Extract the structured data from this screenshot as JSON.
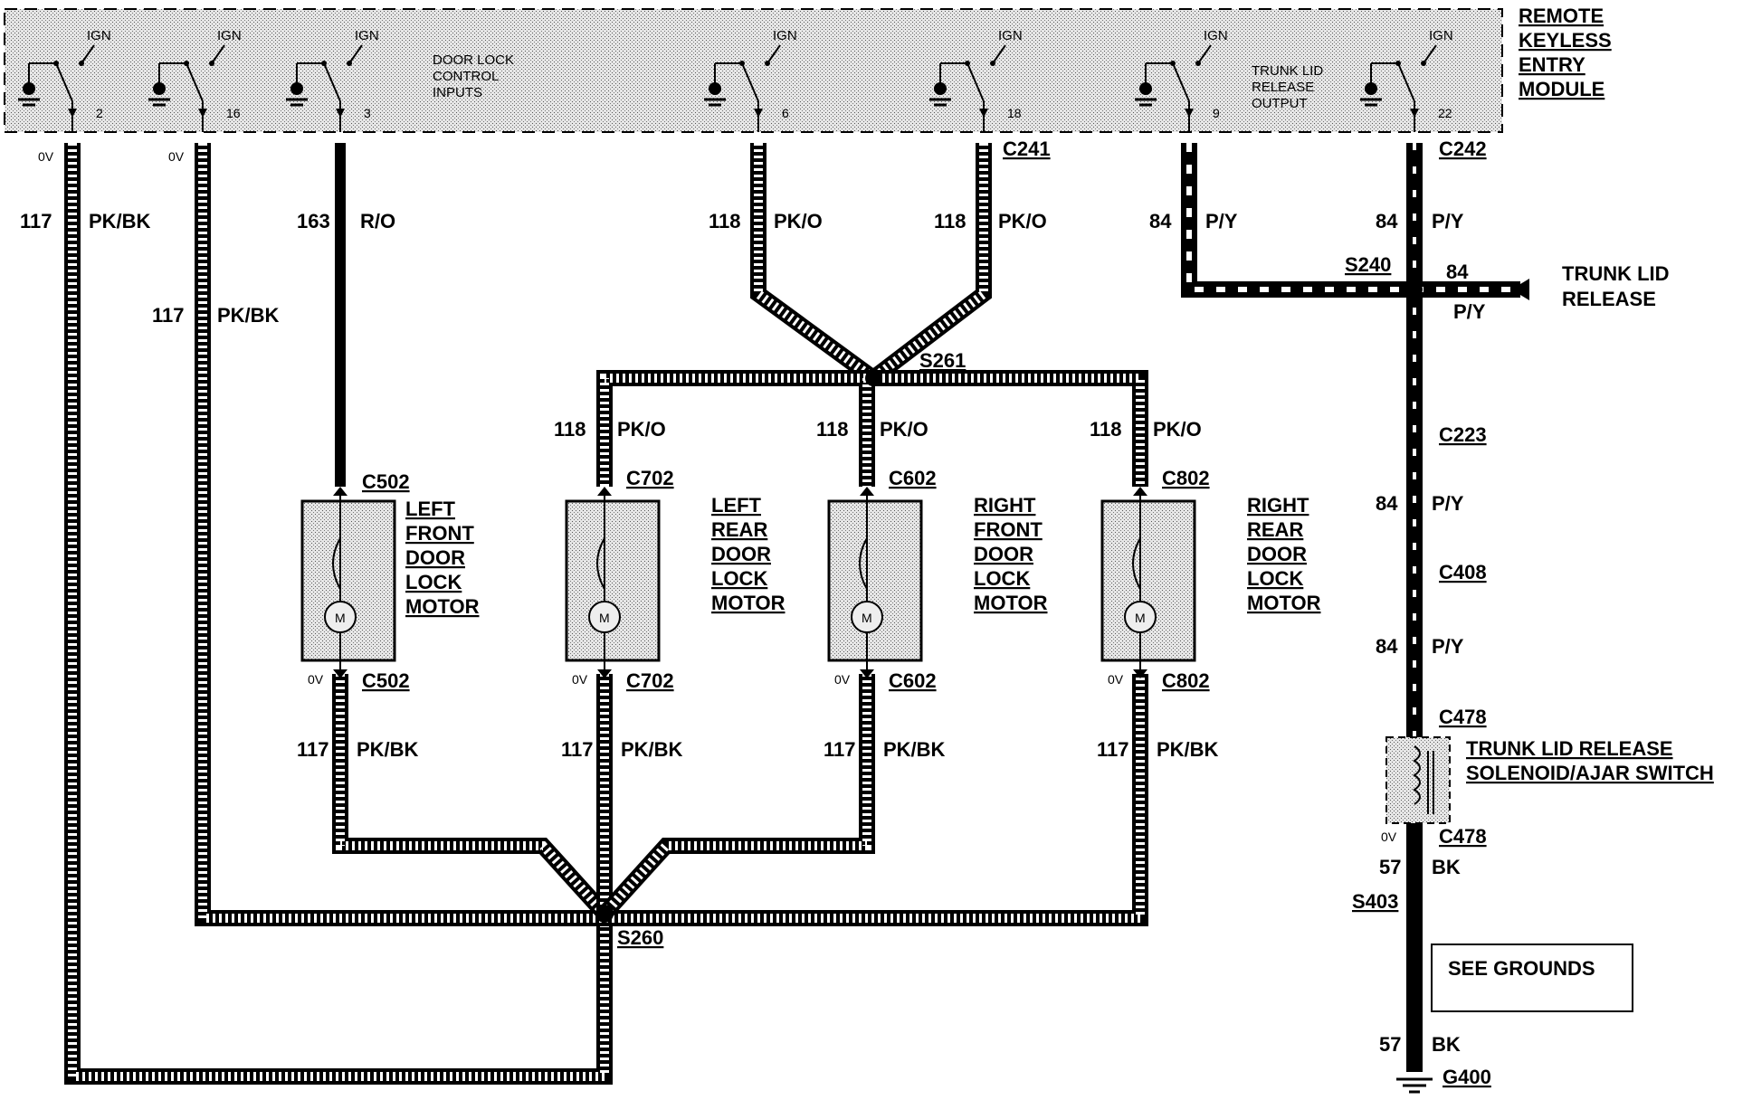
{
  "module": {
    "title_lines": [
      "REMOTE",
      "KEYLESS",
      "ENTRY",
      "MODULE"
    ],
    "door_lock_inputs_label": [
      "DOOR LOCK",
      "CONTROL",
      "INPUTS"
    ],
    "trunk_output_label": [
      "TRUNK LID",
      "RELEASE",
      "OUTPUT"
    ],
    "ign_label": "IGN",
    "pins": [
      "2",
      "16",
      "3",
      "6",
      "18",
      "9",
      "22"
    ]
  },
  "wires": {
    "w117_a": {
      "circuit": "117",
      "color": "PK/BK",
      "voltage": "0V"
    },
    "w117_b": {
      "circuit": "117",
      "color": "PK/BK",
      "voltage": "0V"
    },
    "w163": {
      "circuit": "163",
      "color": "R/O"
    },
    "w118_a": {
      "circuit": "118",
      "color": "PK/O"
    },
    "w118_b": {
      "circuit": "118",
      "color": "PK/O"
    },
    "w84_a": {
      "circuit": "84",
      "color": "P/Y"
    },
    "w84_b": {
      "circuit": "84",
      "color": "P/Y"
    },
    "w84_trunk": {
      "circuit": "84",
      "color": "P/Y"
    },
    "w84_c223": {
      "circuit": "84",
      "color": "P/Y"
    },
    "w84_c408": {
      "circuit": "84",
      "color": "P/Y"
    },
    "w57_a": {
      "circuit": "57",
      "color": "BK",
      "voltage": "0V"
    },
    "w57_b": {
      "circuit": "57",
      "color": "BK"
    },
    "lr_118": {
      "circuit": "118",
      "color": "PK/O"
    },
    "rf_118": {
      "circuit": "118",
      "color": "PK/O"
    },
    "rr_118": {
      "circuit": "118",
      "color": "PK/O"
    },
    "lf_117": {
      "circuit": "117",
      "color": "PK/BK",
      "voltage": "0V"
    },
    "lr_117": {
      "circuit": "117",
      "color": "PK/BK",
      "voltage": "0V"
    },
    "rf_117": {
      "circuit": "117",
      "color": "PK/BK",
      "voltage": "0V"
    },
    "rr_117": {
      "circuit": "117",
      "color": "PK/BK",
      "voltage": "0V"
    }
  },
  "connectors": {
    "c241": "C241",
    "c242": "C242",
    "c223": "C223",
    "c408": "C408",
    "c478_top": "C478",
    "c478_bot": "C478",
    "lf_top": "C502",
    "lf_bot": "C502",
    "lr_top": "C702",
    "lr_bot": "C702",
    "rf_top": "C602",
    "rf_bot": "C602",
    "rr_top": "C802",
    "rr_bot": "C802"
  },
  "splices": {
    "s240": "S240",
    "s261": "S261",
    "s260": "S260",
    "s403": "S403"
  },
  "ground": "G400",
  "motors": {
    "lf": [
      "LEFT",
      "FRONT",
      "DOOR",
      "LOCK",
      "MOTOR"
    ],
    "lr": [
      "LEFT",
      "REAR",
      "DOOR",
      "LOCK",
      "MOTOR"
    ],
    "rf": [
      "RIGHT",
      "FRONT",
      "DOOR",
      "LOCK",
      "MOTOR"
    ],
    "rr": [
      "RIGHT",
      "REAR",
      "DOOR",
      "LOCK",
      "MOTOR"
    ],
    "motor_symbol": "M"
  },
  "trunk_release_input": [
    "TRUNK LID",
    "RELEASE"
  ],
  "solenoid": [
    "TRUNK LID RELEASE",
    "SOLENOID/AJAR SWITCH"
  ],
  "see_grounds": "SEE GROUNDS",
  "icons": [
    "ground-icon",
    "motor-icon",
    "switch-icon",
    "solenoid-icon",
    "arrow-icon"
  ]
}
